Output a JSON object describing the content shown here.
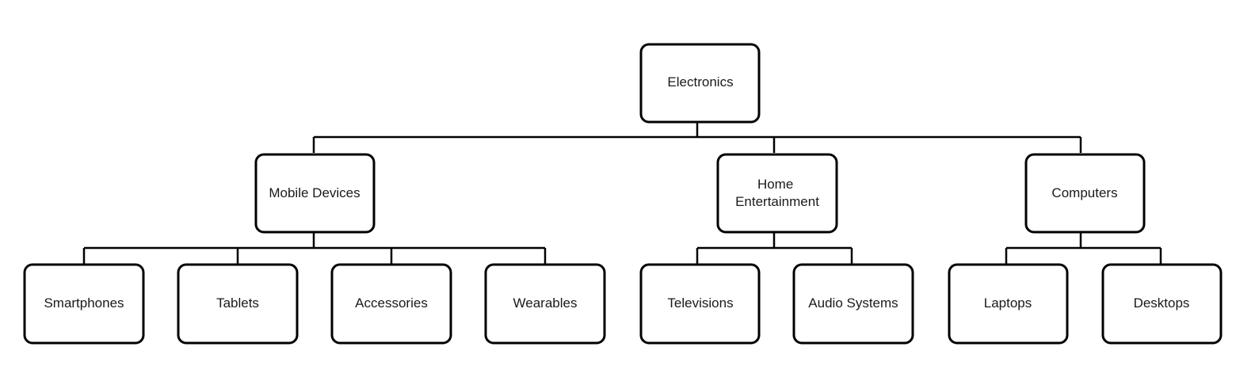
{
  "diagram": {
    "root": {
      "label": "Electronics"
    },
    "categories": [
      {
        "label": "Mobile Devices",
        "children": [
          "Smartphones",
          "Tablets",
          "Accessories",
          "Wearables"
        ]
      },
      {
        "label": "Home Entertainment",
        "children": [
          "Televisions",
          "Audio Systems"
        ]
      },
      {
        "label": "Computers",
        "children": [
          "Laptops",
          "Desktops"
        ]
      }
    ]
  }
}
